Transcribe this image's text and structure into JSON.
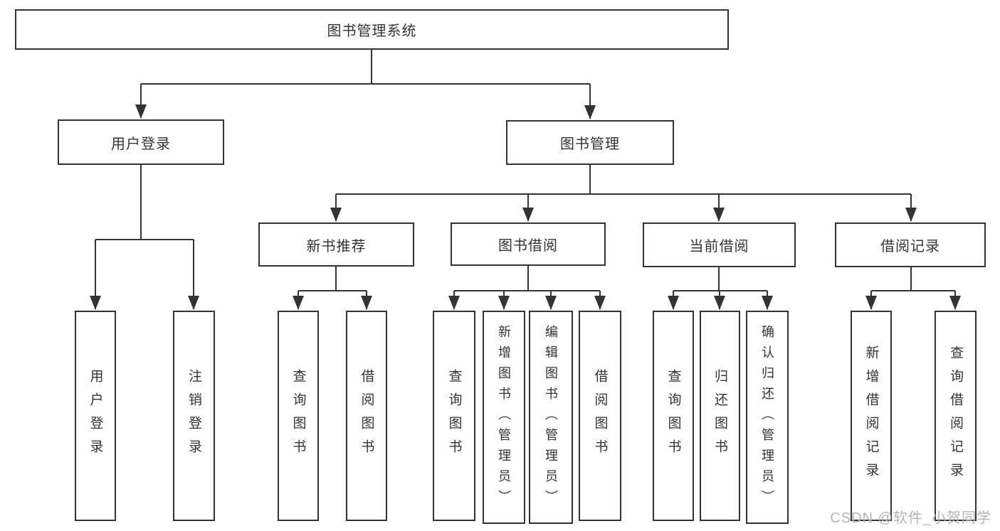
{
  "nodes": {
    "root": {
      "label": "图书管理系统"
    },
    "user_login": {
      "label": "用户登录"
    },
    "book_mgmt": {
      "label": "图书管理"
    },
    "leaf_user_login": {
      "label": "用户登录"
    },
    "leaf_logout": {
      "label": "注销登录"
    },
    "new_book_rec": {
      "label": "新书推荐"
    },
    "book_borrow": {
      "label": "图书借阅"
    },
    "current_borrow": {
      "label": "当前借阅"
    },
    "borrow_record": {
      "label": "借阅记录"
    },
    "leaf_query_books_1": {
      "label": "查询图书"
    },
    "leaf_borrow_books_1": {
      "label": "借阅图书"
    },
    "leaf_query_books_2": {
      "label": "查询图书"
    },
    "leaf_add_books": {
      "label": "新增图书（管理员）"
    },
    "leaf_edit_books": {
      "label": "编辑图书（管理员）"
    },
    "leaf_borrow_books_2": {
      "label": "借阅图书"
    },
    "leaf_query_books_3": {
      "label": "查询图书"
    },
    "leaf_return_books": {
      "label": "归还图书"
    },
    "leaf_confirm_return": {
      "label": "确认归还（管理员）"
    },
    "leaf_add_borrow_record": {
      "label": "新增借阅记录"
    },
    "leaf_query_borrow_record": {
      "label": "查询借阅记录"
    }
  },
  "watermark": {
    "text": "CSDN @软件_小贺同学"
  },
  "colors": {
    "line": "#333333",
    "text": "#333333",
    "background": "#ffffff",
    "watermark": "#b5b5b5"
  }
}
